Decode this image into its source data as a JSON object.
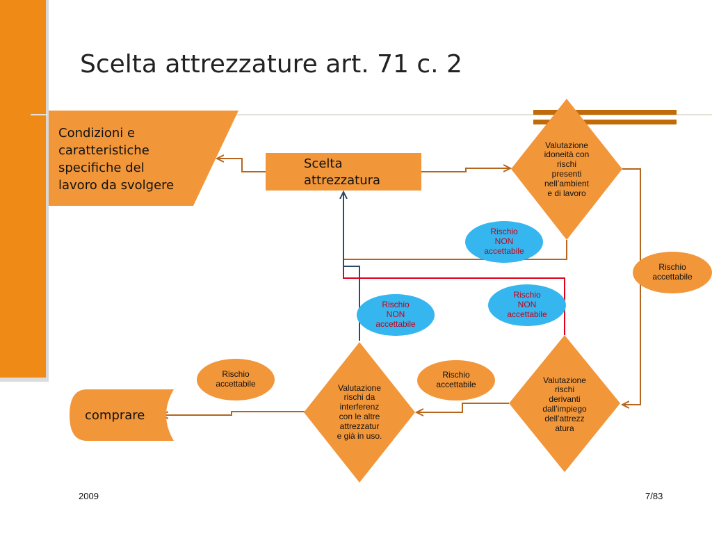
{
  "slide": {
    "title": "Scelta attrezzature art. 71 c. 2",
    "footer_year": "2009",
    "footer_page": "7/83"
  },
  "colors": {
    "accent": "#ef8a17",
    "node_fill": "#f2963a",
    "ellipse_blue": "#36b6ee",
    "connector": "#b5651d",
    "red_line": "#e0001b",
    "navy_line": "#2f4a66"
  },
  "nodes": {
    "conditions": "Condizioni  e\ncaratteristiche\nspecifiche del\nlavoro da svolgere",
    "selection": "Scelta\nattrezzatura",
    "assess_suitability": "Valutazione\nidoneità con\nrischi\npresenti\nnell’ambient\ne di lavoro",
    "assess_usage": "Valutazione\nrischi\nderivanti\ndall’impiego\ndell’attrezz\natura",
    "assess_interference": "Valutazione\nrischi da\ninterferenz\ncon le altre\nattrezzatur\ne già in uso.",
    "buy": "comprare"
  },
  "labels": {
    "not_acceptable_1": "Rischio\nNON\naccettabile",
    "not_acceptable_2": "Rischio\nNON\naccettabile",
    "not_acceptable_3": "Rischio\nNON\naccettabile",
    "acceptable_right": "Rischio\naccettabile",
    "acceptable_middle": "Rischio\naccettabile",
    "acceptable_left": "Rischio\naccettabile"
  }
}
